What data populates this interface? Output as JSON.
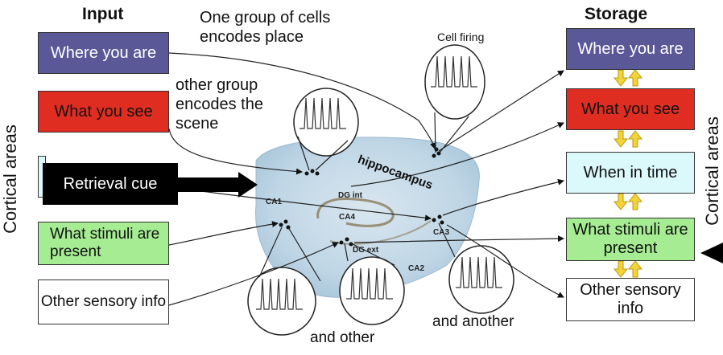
{
  "headers": {
    "input": "Input",
    "storage": "Storage"
  },
  "side_labels": {
    "left": "Cortical areas",
    "right": "Cortical areas"
  },
  "input_boxes": [
    {
      "text": "Where you are",
      "fill": "#5a5897",
      "color": "#ffffff"
    },
    {
      "text": "What you see",
      "fill": "#e02d22",
      "color": "#111111"
    },
    {
      "text": "Retrieval cue",
      "fill": "#000000",
      "color": "#ffffff"
    },
    {
      "text": "What stimuli are present",
      "fill": "#a5ec93",
      "color": "#111111"
    },
    {
      "text": "Other sensory info",
      "fill": "#ffffff",
      "color": "#111111"
    }
  ],
  "storage_boxes": [
    {
      "text": "Where you are",
      "fill": "#5a5897",
      "color": "#ffffff"
    },
    {
      "text": "What you see",
      "fill": "#e02d22",
      "color": "#111111"
    },
    {
      "text": "When in time",
      "fill": "#dbf8fb",
      "color": "#111111"
    },
    {
      "text": "What stimuli are present",
      "fill": "#a5ec93",
      "color": "#111111"
    },
    {
      "text": "Other sensory info",
      "fill": "#ffffff",
      "color": "#111111"
    }
  ],
  "annotations": {
    "group_place": "One group of cells encodes place",
    "group_scene": "other group encodes the scene",
    "cell_firing": "Cell firing",
    "hippocampus": "hippocampus",
    "and_other": "and other",
    "and_another": "and another"
  },
  "regions": {
    "ca1": "CA1",
    "ca2": "CA2",
    "ca3": "CA3",
    "ca4": "CA4",
    "dg_int": "DG int",
    "dg_ext": "DG ext"
  },
  "colors": {
    "arrow_updown": "#f2d33a",
    "hippocampus_tissue": "#bfd6e6"
  }
}
